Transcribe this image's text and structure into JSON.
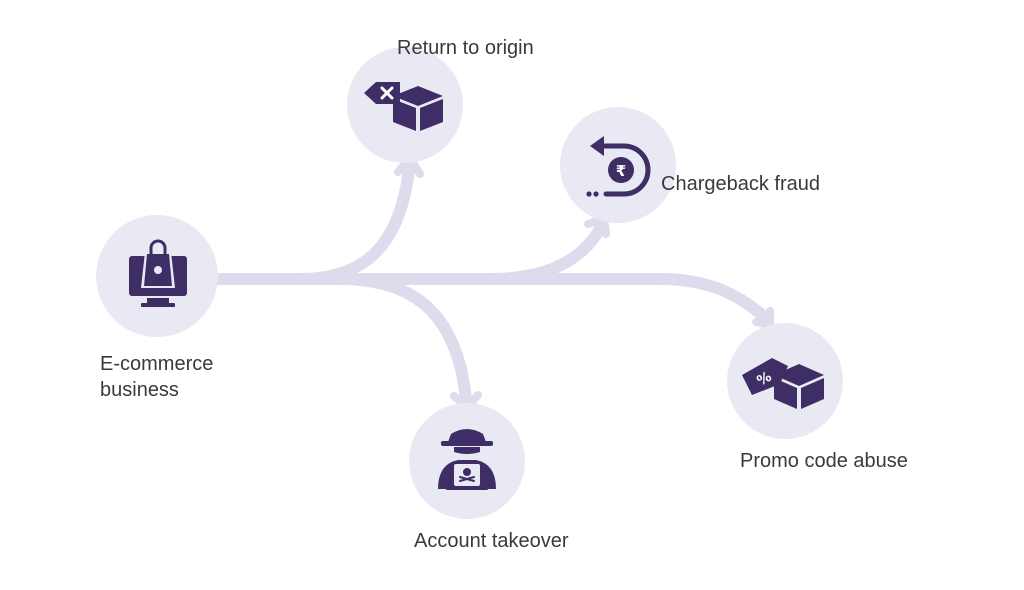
{
  "colors": {
    "node_fill": "#e9e9f3",
    "connector": "#dcdcec",
    "icon": "#3f2d66",
    "text": "#3a3a3a"
  },
  "nodes": {
    "source": {
      "label_line1": "E-commerce",
      "label_line2": "business",
      "icon": "shopping-bag-monitor-icon"
    },
    "return_to_origin": {
      "label": "Return to origin",
      "icon": "return-package-icon"
    },
    "chargeback": {
      "label": "Chargeback fraud",
      "icon": "rupee-chargeback-icon"
    },
    "promo": {
      "label": "Promo code abuse",
      "icon": "promo-tag-package-icon"
    },
    "account_takeover": {
      "label": "Account takeover",
      "icon": "hacker-laptop-icon"
    },
    "chargeback_symbol": "₹"
  }
}
